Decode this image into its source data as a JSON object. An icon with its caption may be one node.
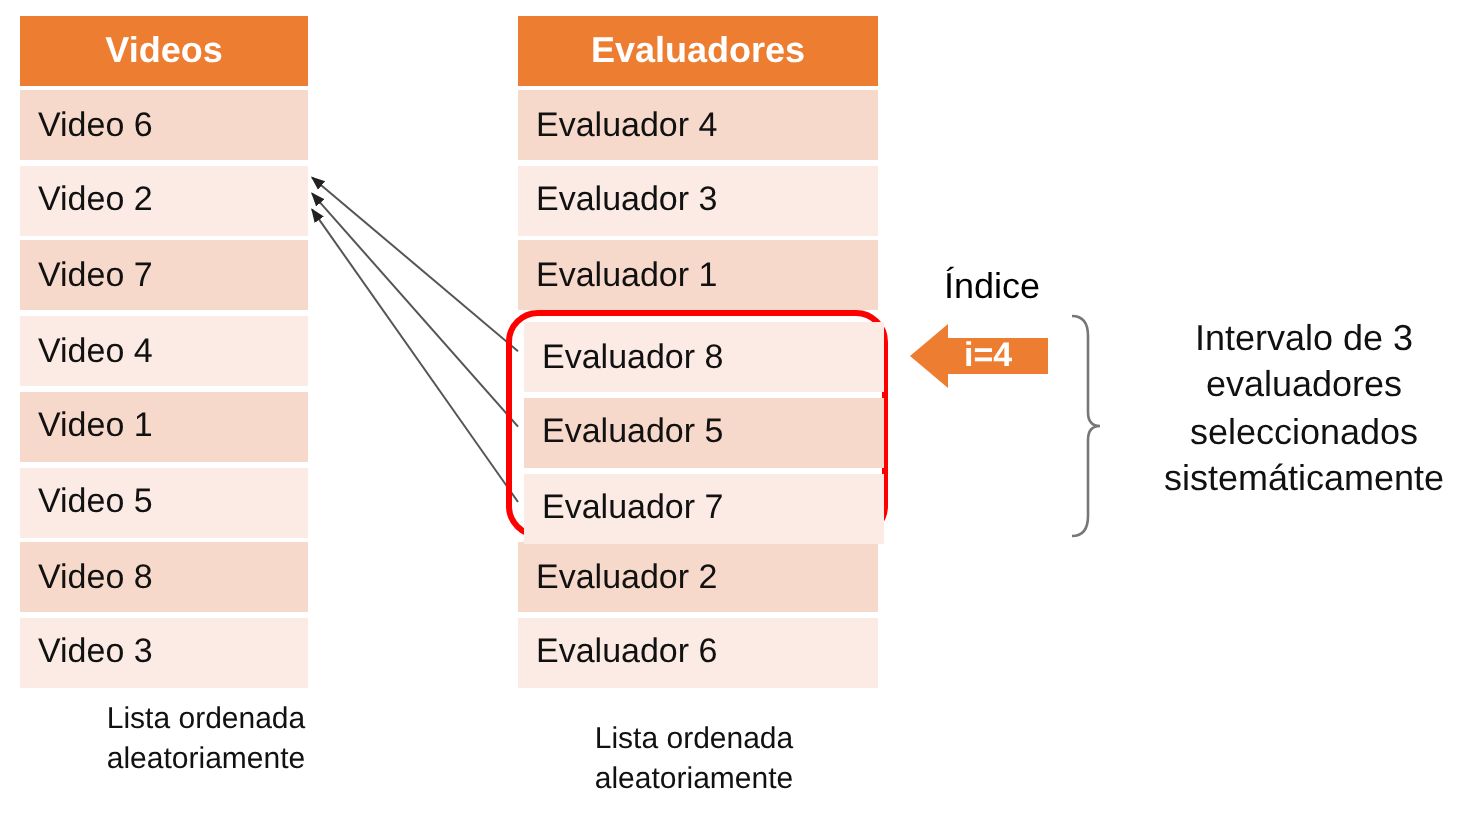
{
  "diagram": {
    "nodes": [
      {
        "text": [
          "Videos"
        ]
      },
      {
        "text": [
          "Video 6"
        ]
      },
      {
        "text": [
          "Video 2"
        ]
      },
      {
        "text": [
          "Video 7"
        ]
      },
      {
        "text": [
          "Video 4"
        ]
      },
      {
        "text": [
          "Video 1"
        ]
      },
      {
        "text": [
          "Video 5"
        ]
      },
      {
        "text": [
          "Video 8"
        ]
      },
      {
        "text": [
          "Video 3"
        ]
      },
      {
        "text": [
          "Evaluadores"
        ]
      },
      {
        "text": [
          "Evaluador 4"
        ]
      },
      {
        "text": [
          "Evaluador 3"
        ]
      },
      {
        "text": [
          "Evaluador 1"
        ]
      },
      {
        "text": [],
        "shape": "box"
      },
      {
        "text": [
          "Evaluador 8"
        ],
        "in": 13
      },
      {
        "text": [
          "Evaluador 5"
        ],
        "in": 13
      },
      {
        "text": [
          "Evaluador 7"
        ],
        "in": 13
      },
      {
        "text": [
          "Evaluador 2"
        ]
      },
      {
        "text": [
          "Evaluador 6"
        ]
      },
      {
        "text": [
          "i=4"
        ],
        "beside": [
          "Índice"
        ]
      }
    ],
    "edges": [
      {
        "from": 14,
        "to": 2,
        "arrow": "to"
      },
      {
        "from": 15,
        "to": 2,
        "arrow": "to"
      },
      {
        "from": 16,
        "to": 2,
        "arrow": "to"
      }
    ],
    "labels": [
      "Intervalo de 3 evaluadores seleccionados sistemáticamente",
      "Lista ordenada aleatoriamente",
      "Lista ordenada aleatoriamente"
    ]
  }
}
